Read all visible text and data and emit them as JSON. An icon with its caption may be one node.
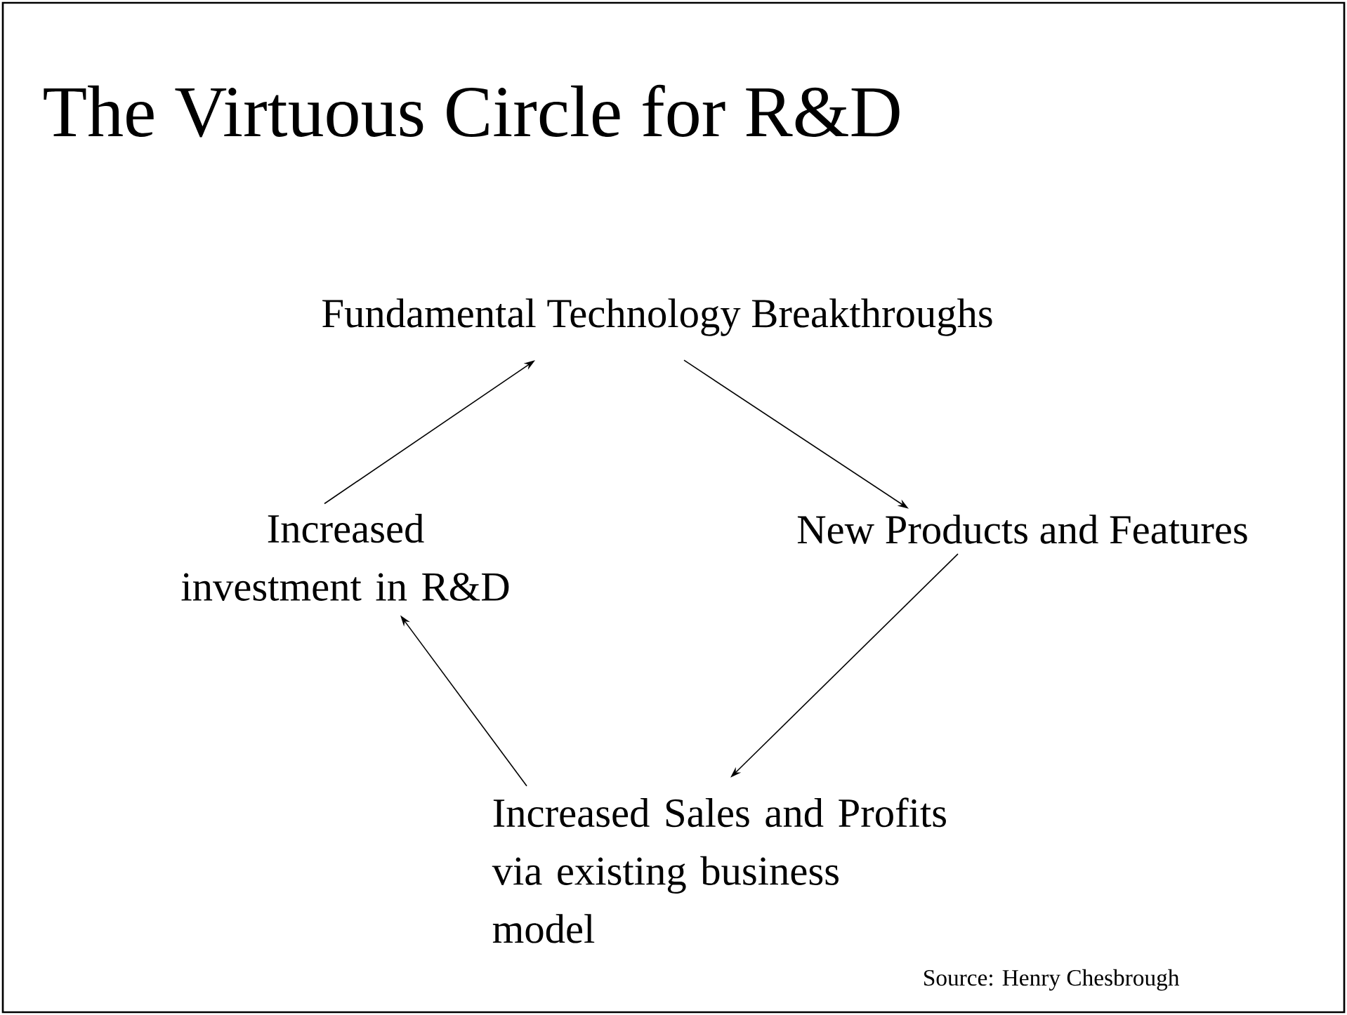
{
  "diagram": {
    "title": "The Virtuous Circle for R&D",
    "nodes": [
      {
        "text": [
          "Fundamental Technology Breakthroughs"
        ]
      },
      {
        "text": [
          "New Products and Features"
        ]
      },
      {
        "text": [
          "Increased Sales and Profits via existing business model"
        ]
      },
      {
        "text": [
          "Increased investment in R&D"
        ]
      }
    ],
    "edges": [
      {
        "from": 3,
        "to": 0,
        "arrow": "to"
      },
      {
        "from": 0,
        "to": 1,
        "arrow": "to"
      },
      {
        "from": 1,
        "to": 2,
        "arrow": "to"
      },
      {
        "from": 2,
        "to": 3,
        "arrow": "to"
      }
    ],
    "labels": [
      "Source: Henry Chesbrough"
    ]
  }
}
